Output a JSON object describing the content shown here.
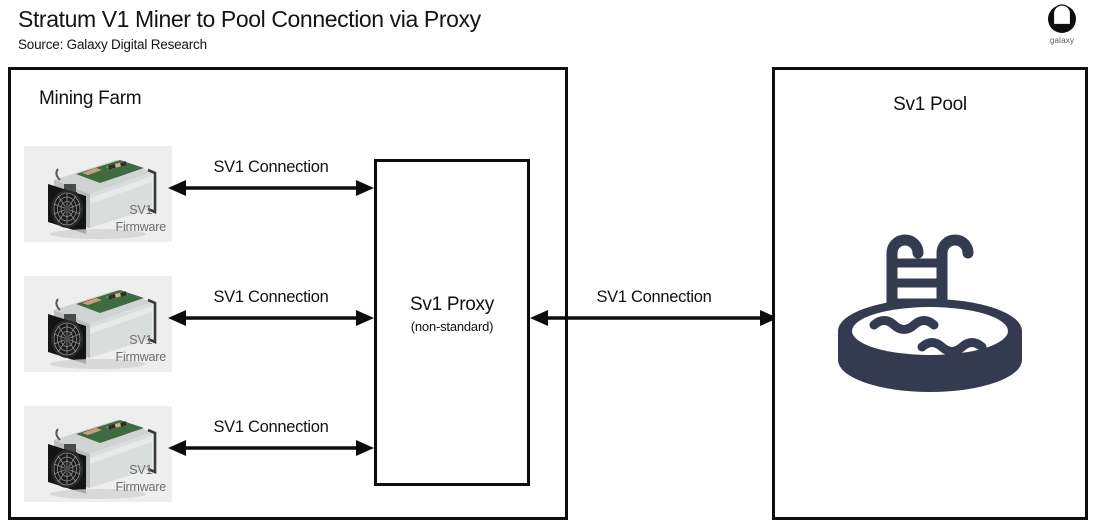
{
  "header": {
    "title": "Stratum V1 Miner to Pool Connection via Proxy",
    "source": "Source: Galaxy Digital Research"
  },
  "logo": {
    "label": "galaxy",
    "icon": "galaxy-circle-icon"
  },
  "farm": {
    "title": "Mining Farm",
    "miners": [
      {
        "label_top": "SV1",
        "label_bottom": "Firmware",
        "icon": "antminer-icon"
      },
      {
        "label_top": "SV1",
        "label_bottom": "Firmware",
        "icon": "antminer-icon"
      },
      {
        "label_top": "SV1",
        "label_bottom": "Firmware",
        "icon": "antminer-icon"
      }
    ]
  },
  "proxy": {
    "title": "Sv1 Proxy",
    "subtitle": "(non-standard)"
  },
  "pool": {
    "title": "Sv1 Pool",
    "icon": "swimming-pool-icon"
  },
  "connections": {
    "miner_to_proxy": [
      "SV1 Connection",
      "SV1 Connection",
      "SV1 Connection"
    ],
    "proxy_to_pool": "SV1 Connection"
  },
  "colors": {
    "stroke": "#0d0d0d",
    "text": "#111111",
    "muted_text": "#6f6f6f",
    "pool_icon": "#343a50",
    "miner_bg": "#eeeeee",
    "background": "#ffffff"
  }
}
